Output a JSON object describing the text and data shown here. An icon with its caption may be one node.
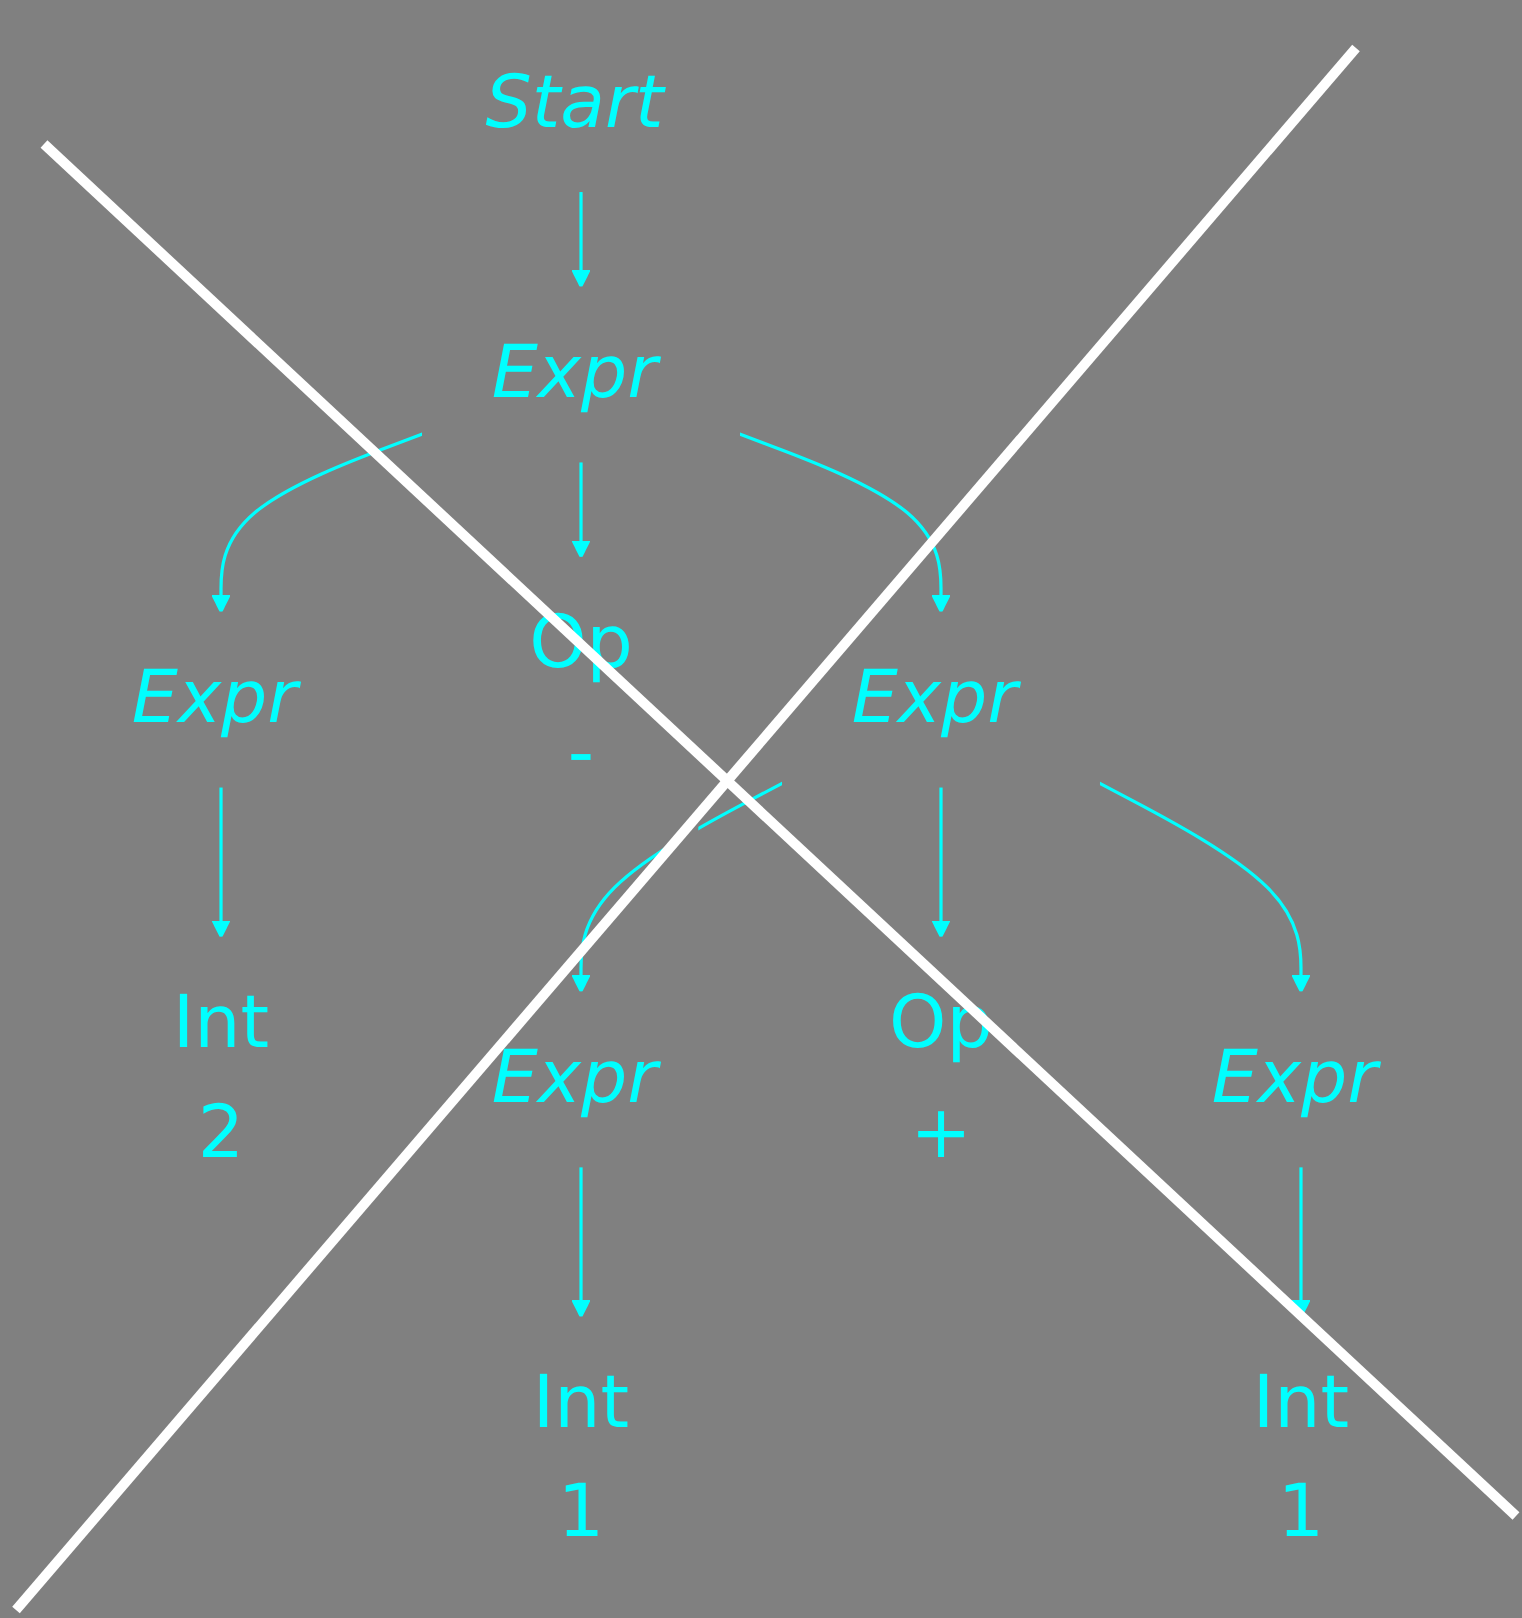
{
  "diagram": {
    "nodes": [
      {
        "text": [
          "Start"
        ]
      },
      {
        "text": [
          "Expr"
        ]
      },
      {
        "text": [
          "Expr"
        ]
      },
      {
        "text": [
          "Op",
          "-"
        ]
      },
      {
        "text": [
          "Expr"
        ]
      },
      {
        "text": [
          "Int",
          "2"
        ]
      },
      {
        "text": [
          "Expr"
        ]
      },
      {
        "text": [
          "Op",
          "+"
        ]
      },
      {
        "text": [
          "Expr"
        ]
      },
      {
        "text": [
          "Int",
          "1"
        ]
      },
      {
        "text": [
          "Int",
          "1"
        ]
      }
    ],
    "edges": [
      {
        "from": 0,
        "to": 1,
        "arrow": "to"
      },
      {
        "from": 1,
        "to": 2,
        "arrow": "to"
      },
      {
        "from": 1,
        "to": 3,
        "arrow": "to"
      },
      {
        "from": 1,
        "to": 4,
        "arrow": "to"
      },
      {
        "from": 2,
        "to": 5,
        "arrow": "to"
      },
      {
        "from": 4,
        "to": 6,
        "arrow": "to"
      },
      {
        "from": 4,
        "to": 7,
        "arrow": "to"
      },
      {
        "from": 4,
        "to": 8,
        "arrow": "to"
      },
      {
        "from": 6,
        "to": 9,
        "arrow": "to"
      },
      {
        "from": 8,
        "to": 10,
        "arrow": "to"
      }
    ]
  }
}
